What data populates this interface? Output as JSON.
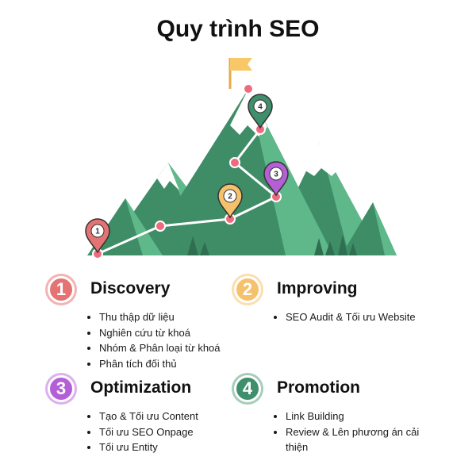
{
  "title": "Quy trình SEO",
  "colors": {
    "discovery": "#e57373",
    "improving": "#f5c16c",
    "optimization": "#b55fd6",
    "promotion": "#3f8f6c",
    "mountain_dark": "#3e8d66",
    "mountain_light": "#5fb88a",
    "flag": "#f8c768",
    "path_dot": "#ef6a7e"
  },
  "markers": [
    {
      "number": "1",
      "color": "#e57373"
    },
    {
      "number": "2",
      "color": "#f5c16c"
    },
    {
      "number": "3",
      "color": "#b55fd6"
    },
    {
      "number": "4",
      "color": "#3f8f6c"
    }
  ],
  "sections": [
    {
      "number": "1",
      "title": "Discovery",
      "color": "#e57373",
      "items": [
        "Thu thập dữ liệu",
        "Nghiên cứu từ khoá",
        "Nhóm & Phân loại từ khoá",
        "Phân tích đối thủ"
      ]
    },
    {
      "number": "2",
      "title": "Improving",
      "color": "#f5c16c",
      "items": [
        "SEO Audit & Tối ưu Website"
      ]
    },
    {
      "number": "3",
      "title": "Optimization",
      "color": "#b55fd6",
      "items": [
        "Tạo & Tối ưu Content",
        "Tối ưu SEO Onpage",
        "Tối ưu Entity"
      ]
    },
    {
      "number": "4",
      "title": "Promotion",
      "color": "#3f8f6c",
      "items": [
        "Link Building",
        "Review & Lên phương án cải thiện"
      ]
    }
  ]
}
